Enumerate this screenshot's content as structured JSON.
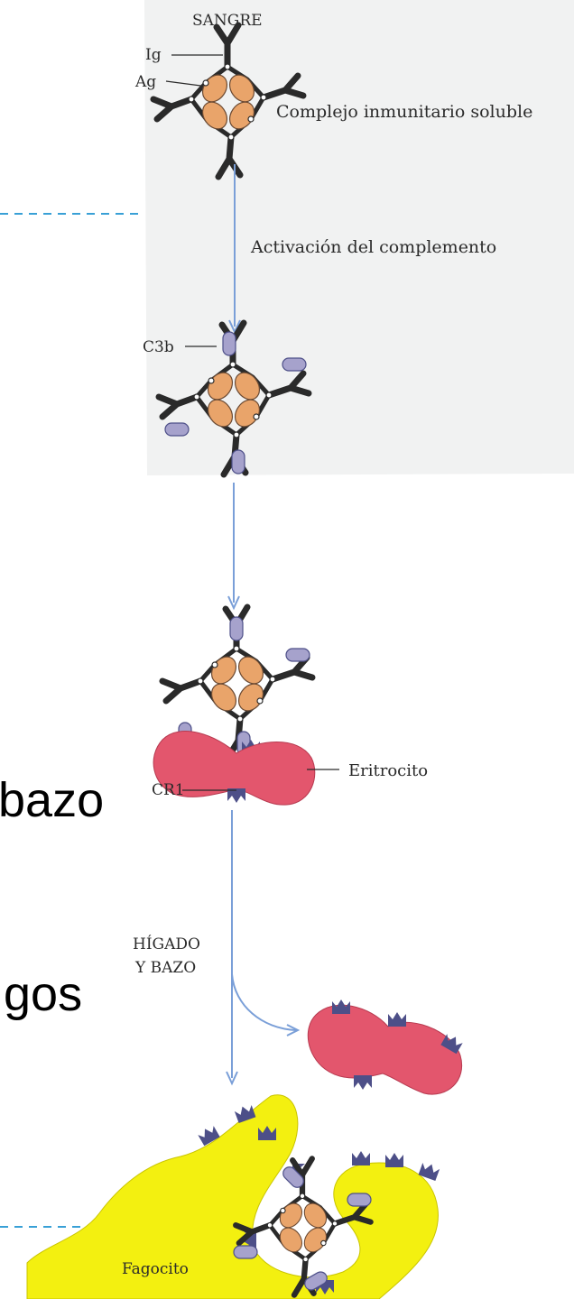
{
  "colors": {
    "panel": "#f1f2f2",
    "antibody": "#2a2a2a",
    "antigen": "#e9a46a",
    "c3b": "#a6a2cc",
    "receptor": "#4d4f88",
    "erythrocyte": "#e3566d",
    "phagocyte": "#f3f010",
    "arrow": "#7a9fd8"
  },
  "labels": {
    "sangre": "SANGRE",
    "ig": "Ig",
    "ag": "Ag",
    "complejo": "Complejo inmunitario soluble",
    "activacion": "Activación del complemento",
    "c3b": "C3b",
    "eritrocito": "Eritrocito",
    "cr1": "CR1",
    "higado_line1": "HÍGADO",
    "higado_line2": "Y BAZO",
    "fagocito": "Fagocito"
  },
  "background_text": {
    "fragment1": "bazo",
    "fragment2": "gos"
  }
}
